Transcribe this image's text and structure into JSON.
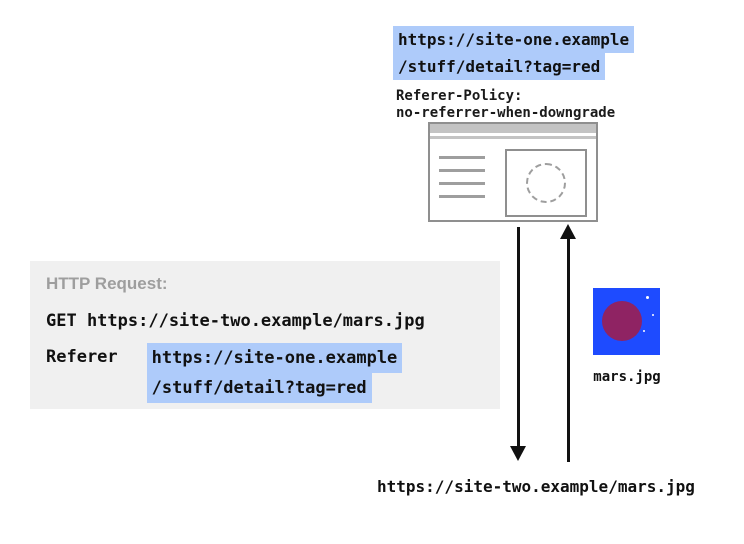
{
  "colors": {
    "highlight": "#aecbfa",
    "request_box_bg": "#f0f0f0",
    "muted_text": "#9e9e9e",
    "image_blue": "#1e4bff",
    "planet_magenta": "#8f2363"
  },
  "referrer_site": {
    "url_line1": "https://site-one.example",
    "url_line2": "/stuff/detail?tag=red",
    "policy_label": "Referer-Policy:",
    "policy_value": "no-referrer-when-downgrade"
  },
  "http_request": {
    "title": "HTTP Request:",
    "get_line": "GET https://site-two.example/mars.jpg",
    "referer_label": "Referer",
    "referer_line1": "https://site-one.example",
    "referer_line2": "/stuff/detail?tag=red"
  },
  "image": {
    "label": "mars.jpg"
  },
  "destination": {
    "url": "https://site-two.example/mars.jpg"
  }
}
